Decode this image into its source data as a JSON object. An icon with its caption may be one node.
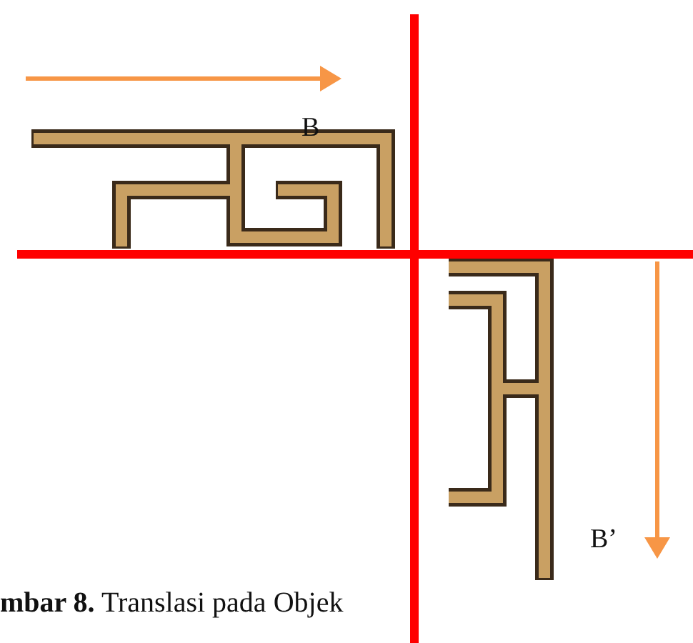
{
  "diagram": {
    "caption": "**mbar 8.** Translasi pada Objek",
    "labels": [
      "B",
      "B’"
    ]
  }
}
